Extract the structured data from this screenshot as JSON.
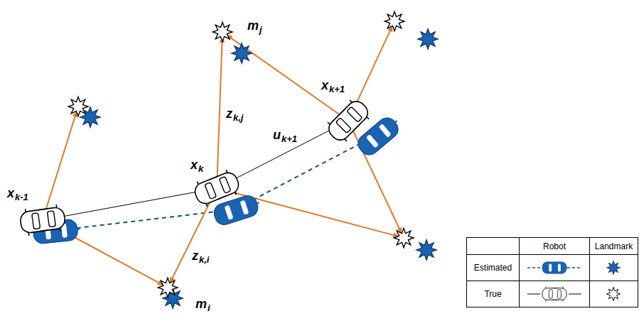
{
  "diagram": {
    "labels": [
      "x",
      "k-1",
      "x",
      "k",
      "x",
      "k+1",
      "m",
      "j",
      "m",
      "i",
      "z",
      "k,j",
      "z",
      "k,i",
      "u",
      "k+1",
      "Robot",
      "Landmark",
      "Estimated",
      "True"
    ]
  }
}
